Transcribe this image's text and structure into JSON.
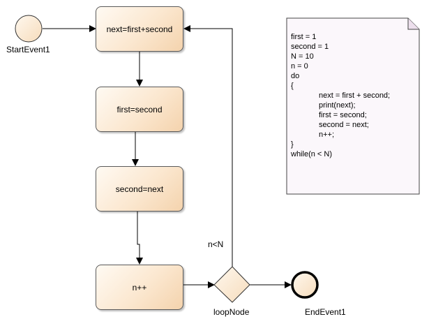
{
  "nodes": {
    "start_event": {
      "label": "StartEvent1"
    },
    "end_event": {
      "label": "EndEvent1"
    },
    "gateway": {
      "label": "loopNode",
      "condition_label": "n<N"
    },
    "tasks": [
      {
        "label": "next=first+second"
      },
      {
        "label": "first=second"
      },
      {
        "label": "second=next"
      },
      {
        "label": "n++"
      }
    ]
  },
  "note": {
    "lines": [
      {
        "text": "first = 1",
        "indent": 0
      },
      {
        "text": "second = 1",
        "indent": 0
      },
      {
        "text": "N = 10",
        "indent": 0
      },
      {
        "text": "n = 0",
        "indent": 0
      },
      {
        "text": "do",
        "indent": 0
      },
      {
        "text": "{",
        "indent": 0
      },
      {
        "text": "next = first + second;",
        "indent": 1
      },
      {
        "text": "print(next);",
        "indent": 1
      },
      {
        "text": "first = second;",
        "indent": 1
      },
      {
        "text": "second = next;",
        "indent": 1
      },
      {
        "text": "n++;",
        "indent": 1
      },
      {
        "text": "}",
        "indent": 0
      },
      {
        "text": "while(n < N)",
        "indent": 0
      }
    ]
  },
  "colors": {
    "task_fill_light": "#fffaf3",
    "task_fill_dark": "#f4d3ad",
    "event_fill": "#fbe7cf",
    "note_fill": "#fbf7fb",
    "edge": "#000000"
  }
}
